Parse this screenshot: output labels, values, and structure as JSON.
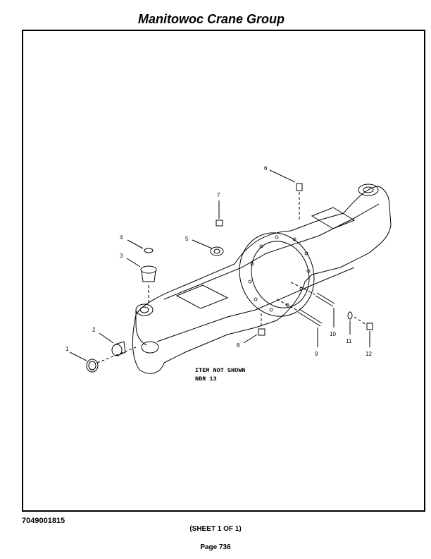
{
  "header": {
    "title": "Manitowoc Crane Group"
  },
  "diagram": {
    "callouts": [
      "1",
      "2",
      "3",
      "4",
      "5",
      "6",
      "7",
      "8",
      "9",
      "10",
      "11",
      "12"
    ],
    "note_line1": "ITEM NOT SHOWN",
    "note_line2": "NBR 13"
  },
  "footer": {
    "doc_number": "7049001815",
    "sheet": "(SHEET 1 OF 1)",
    "page": "Page 736"
  }
}
